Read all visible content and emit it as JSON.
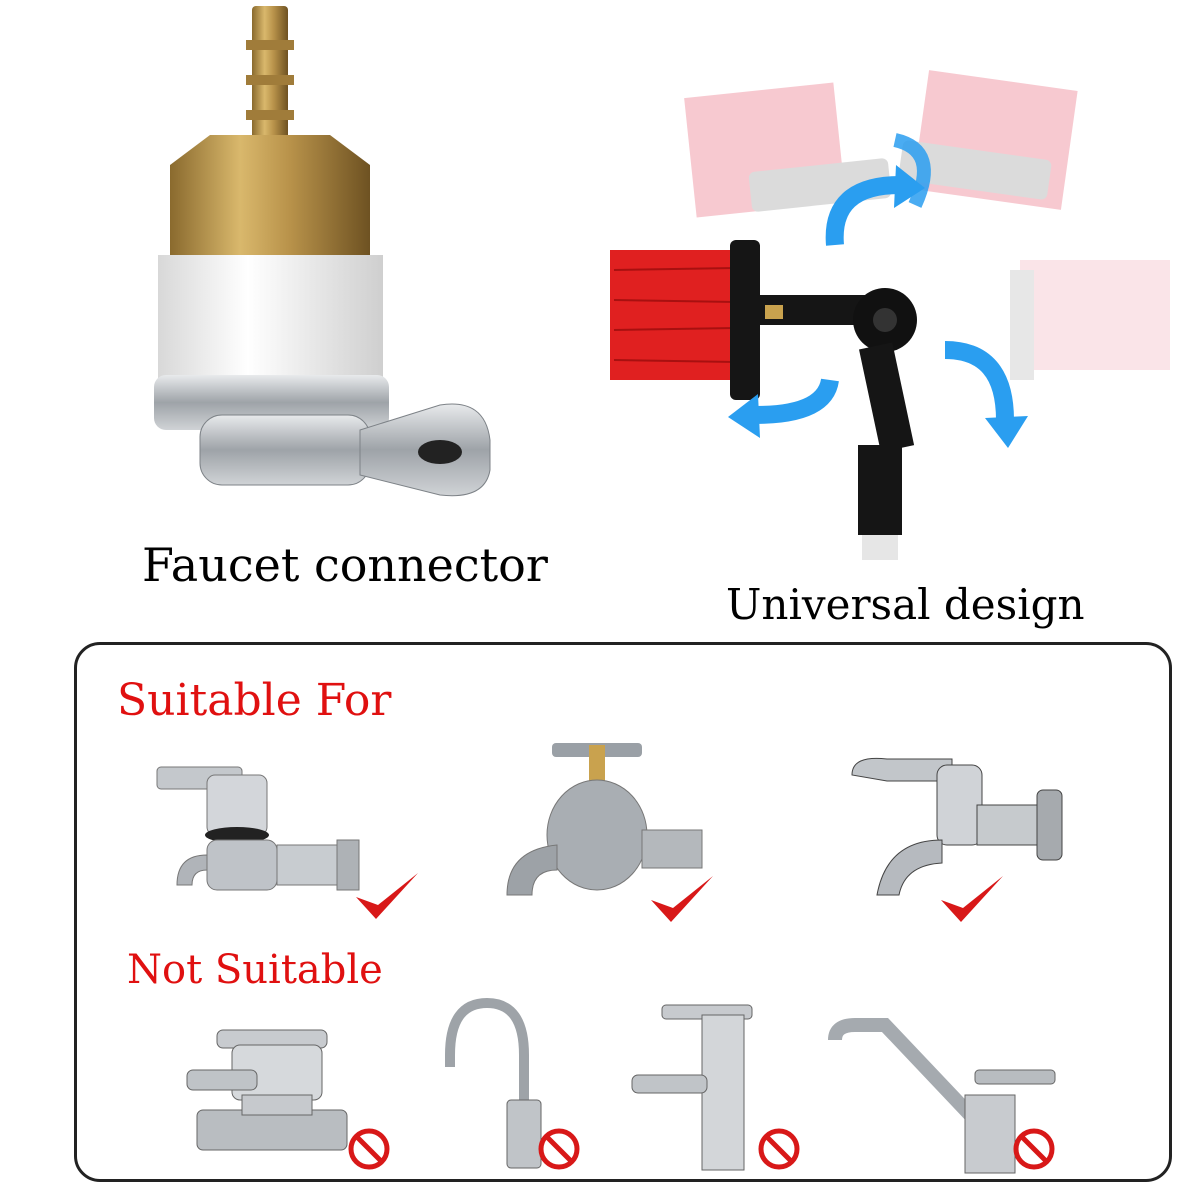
{
  "connector": {
    "caption": "Faucet connector"
  },
  "brush": {
    "caption": "Universal design"
  },
  "compatibility": {
    "suitable": {
      "title": "Suitable For",
      "items": [
        {
          "icon": "lever-tap-icon",
          "status": "check-mark-icon"
        },
        {
          "icon": "cross-handle-tap-icon",
          "status": "check-mark-icon"
        },
        {
          "icon": "quick-connect-tap-icon",
          "status": "check-mark-icon"
        }
      ]
    },
    "not_suitable": {
      "title": "Not Suitable",
      "items": [
        {
          "icon": "basin-mixer-icon",
          "status": "prohibited-icon"
        },
        {
          "icon": "gooseneck-tap-icon",
          "status": "prohibited-icon"
        },
        {
          "icon": "tall-mixer-icon",
          "status": "prohibited-icon"
        },
        {
          "icon": "swivel-kitchen-tap-icon",
          "status": "prohibited-icon"
        }
      ]
    }
  },
  "colors": {
    "accent_red": "#e01010",
    "arrow_blue": "#2a9ef0",
    "brass": "#b8924a",
    "chrome": "#b8bcc2"
  }
}
